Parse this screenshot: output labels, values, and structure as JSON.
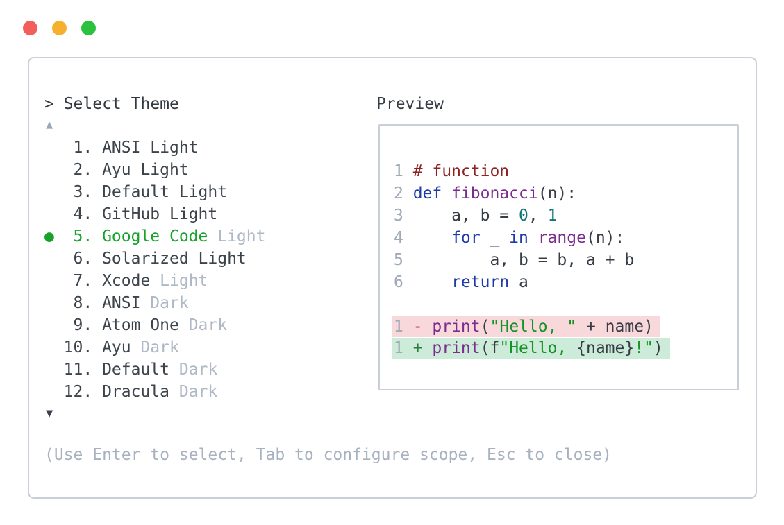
{
  "colors": {
    "accent_green": "#17a32b",
    "muted_gray": "#a7b1c0",
    "text_dark": "#363c44",
    "panel_border": "#c9cfd9",
    "traffic_red": "#f25f5a",
    "traffic_yellow": "#f5b02e",
    "traffic_green": "#29c13e",
    "syntax": {
      "comment": "#8d2424",
      "keyword": "#1f3ba6",
      "function": "#7b2d8e",
      "number": "#0e7575",
      "string": "#149327",
      "plain": "#363c44"
    },
    "diff": {
      "deleted_bg": "#f9d8dc",
      "added_bg": "#cdebd9",
      "deleted_sign": "#b13a3a",
      "added_sign": "#2c7a3f"
    }
  },
  "selector": {
    "prompt": "> Select Theme",
    "scroll_up": "▲",
    "scroll_down": "▼",
    "selected_bullet": "●",
    "hint": "(Use Enter to select, Tab to configure scope, Esc to close)",
    "items": [
      {
        "number": "1.",
        "name": "ANSI Light",
        "suffix": ""
      },
      {
        "number": "2.",
        "name": "Ayu Light",
        "suffix": ""
      },
      {
        "number": "3.",
        "name": "Default Light",
        "suffix": ""
      },
      {
        "number": "4.",
        "name": "GitHub Light",
        "suffix": ""
      },
      {
        "number": "5.",
        "name": "Google Code",
        "suffix": "Light",
        "selected": true
      },
      {
        "number": "6.",
        "name": "Solarized Light",
        "suffix": ""
      },
      {
        "number": "7.",
        "name": "Xcode",
        "suffix": "Light"
      },
      {
        "number": "8.",
        "name": "ANSI",
        "suffix": "Dark"
      },
      {
        "number": "9.",
        "name": "Atom One",
        "suffix": "Dark"
      },
      {
        "number": "10.",
        "name": "Ayu",
        "suffix": "Dark"
      },
      {
        "number": "11.",
        "name": "Default",
        "suffix": "Dark"
      },
      {
        "number": "12.",
        "name": "Dracula",
        "suffix": "Dark"
      }
    ]
  },
  "preview": {
    "label": "Preview",
    "code": [
      {
        "num": "1",
        "tokens": [
          {
            "c": "comment",
            "t": "# function"
          }
        ]
      },
      {
        "num": "2",
        "tokens": [
          {
            "c": "kw",
            "t": "def"
          },
          {
            "c": "plain",
            "t": " "
          },
          {
            "c": "fn",
            "t": "fibonacci"
          },
          {
            "c": "plain",
            "t": "(n):"
          }
        ]
      },
      {
        "num": "3",
        "tokens": [
          {
            "c": "plain",
            "t": "    a, b = "
          },
          {
            "c": "num",
            "t": "0"
          },
          {
            "c": "plain",
            "t": ", "
          },
          {
            "c": "num",
            "t": "1"
          }
        ]
      },
      {
        "num": "4",
        "tokens": [
          {
            "c": "plain",
            "t": "    "
          },
          {
            "c": "kw",
            "t": "for"
          },
          {
            "c": "plain",
            "t": " _ "
          },
          {
            "c": "kw",
            "t": "in"
          },
          {
            "c": "plain",
            "t": " "
          },
          {
            "c": "fn",
            "t": "range"
          },
          {
            "c": "plain",
            "t": "(n):"
          }
        ]
      },
      {
        "num": "5",
        "tokens": [
          {
            "c": "plain",
            "t": "        a, b = b, a + b"
          }
        ]
      },
      {
        "num": "6",
        "tokens": [
          {
            "c": "plain",
            "t": "    "
          },
          {
            "c": "kw",
            "t": "return"
          },
          {
            "c": "plain",
            "t": " a"
          }
        ]
      }
    ],
    "diff": [
      {
        "num": "1",
        "type": "deleted",
        "tokens": [
          {
            "c": "del",
            "t": "- "
          },
          {
            "c": "fn",
            "t": "print"
          },
          {
            "c": "plain",
            "t": "("
          },
          {
            "c": "str",
            "t": "\"Hello, \""
          },
          {
            "c": "plain",
            "t": " + name)"
          }
        ]
      },
      {
        "num": "1",
        "type": "added",
        "tokens": [
          {
            "c": "add",
            "t": "+ "
          },
          {
            "c": "fn",
            "t": "print"
          },
          {
            "c": "plain",
            "t": "(f"
          },
          {
            "c": "str",
            "t": "\"Hello, "
          },
          {
            "c": "plain",
            "t": "{name}"
          },
          {
            "c": "str",
            "t": "!\""
          },
          {
            "c": "plain",
            "t": ")"
          }
        ]
      }
    ]
  }
}
